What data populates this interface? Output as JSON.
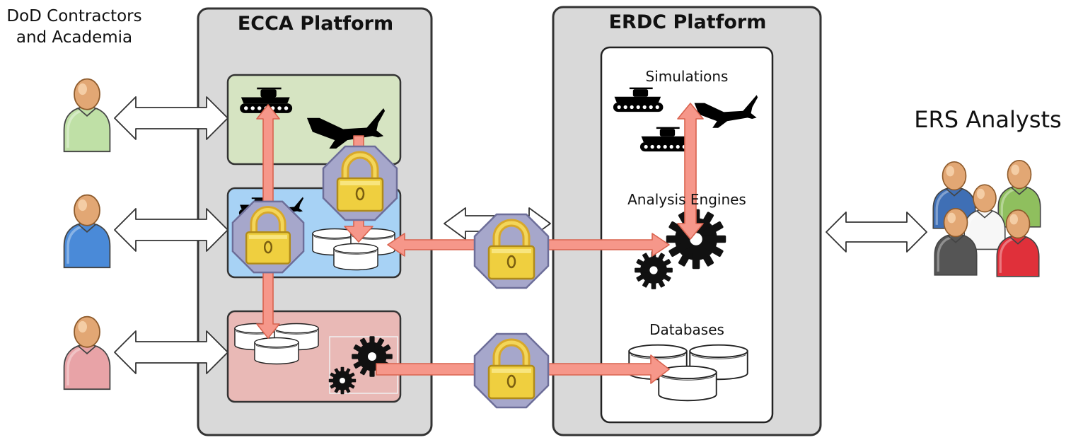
{
  "labels": {
    "left_group_line1": "DoD Contractors",
    "left_group_line2": "and Academia",
    "ecca_title": "ECCA Platform",
    "erdc_title": "ERDC Platform",
    "ers_title": "ERS Analysts",
    "simulations": "Simulations",
    "analysis_engines": "Analysis Engines",
    "databases": "Databases"
  },
  "colors": {
    "platform_fill": "#d9d9d9",
    "platform_border": "#333333",
    "tier_green": "#d6e4c2",
    "tier_blue": "#a7d2f5",
    "tier_pink": "#e9b9b6",
    "flow_arrow": "#f6978a",
    "flow_arrow_border": "#d9634f",
    "lock_octagon": "#a6a7cb",
    "lock_body": "#efcf3f",
    "user_green": "#bfe0a6",
    "user_blue": "#4a8ad8",
    "user_pink": "#e8a3a7"
  },
  "icons": [
    "tank-icon",
    "jet-icon",
    "lock-icon",
    "database-icon",
    "gear-icon",
    "user-icon",
    "double-arrow-icon"
  ]
}
